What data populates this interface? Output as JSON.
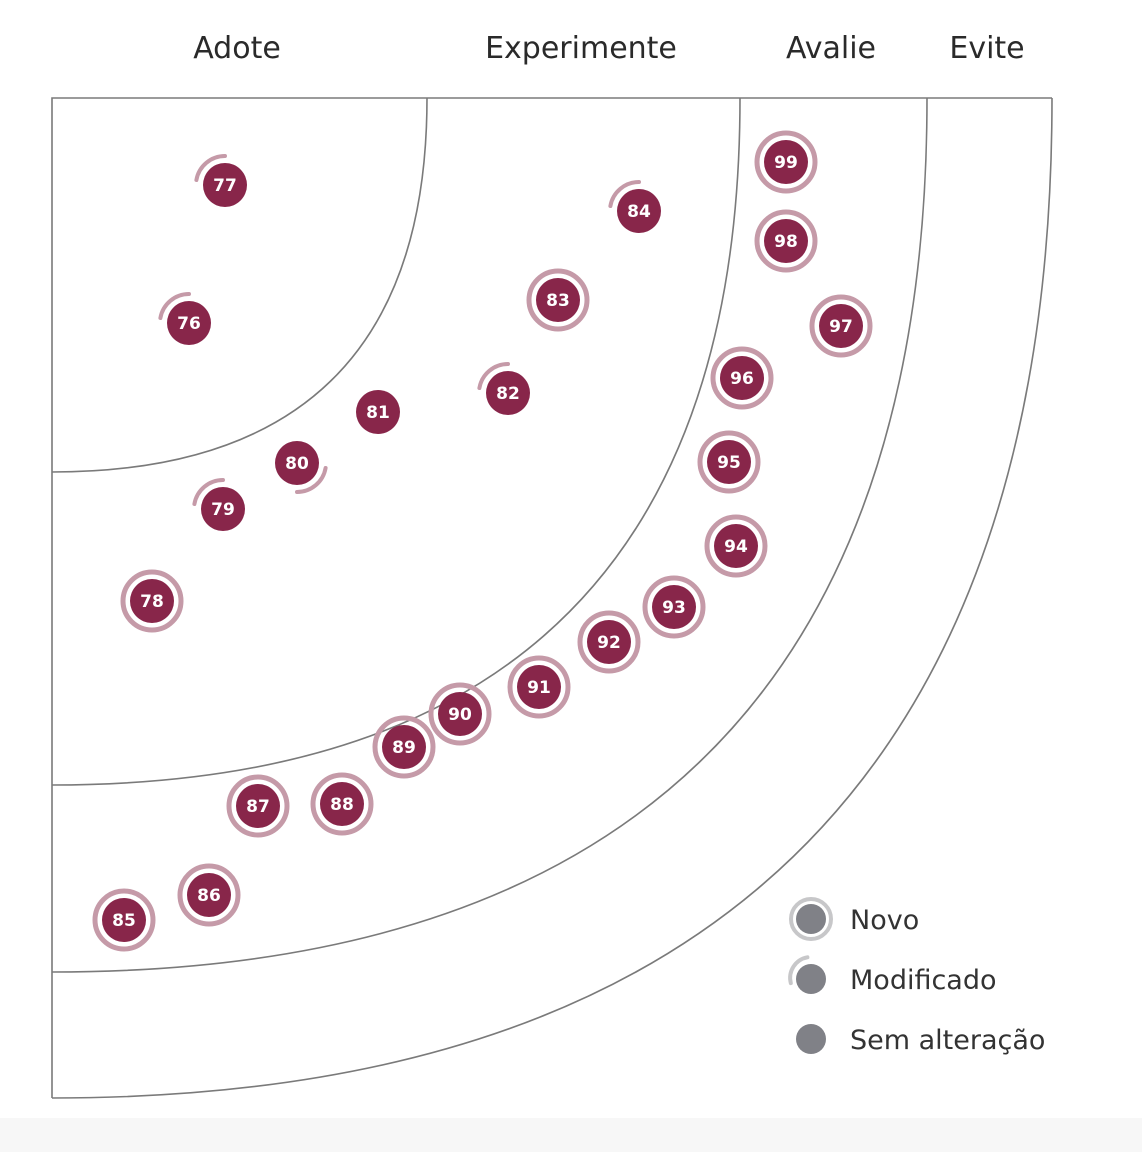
{
  "rings": [
    {
      "id": "adote",
      "title": "Adote"
    },
    {
      "id": "experimente",
      "title": "Experimente"
    },
    {
      "id": "avalie",
      "title": "Avalie"
    },
    {
      "id": "evite",
      "title": "Evite"
    }
  ],
  "colors": {
    "blip": "#88264a",
    "blip_ring": "#c59aa8",
    "legend_dot": "#808187",
    "legend_ring": "#c7c7c9",
    "grid_line": "#7a7a7a",
    "ring_title": "#2a2a2a"
  },
  "blips": [
    {
      "number": "76",
      "status": "modified"
    },
    {
      "number": "77",
      "status": "modified"
    },
    {
      "number": "78",
      "status": "new"
    },
    {
      "number": "79",
      "status": "modified"
    },
    {
      "number": "80",
      "status": "modified"
    },
    {
      "number": "81",
      "status": "unchanged"
    },
    {
      "number": "82",
      "status": "modified"
    },
    {
      "number": "83",
      "status": "new"
    },
    {
      "number": "84",
      "status": "modified"
    },
    {
      "number": "85",
      "status": "new"
    },
    {
      "number": "86",
      "status": "new"
    },
    {
      "number": "87",
      "status": "new"
    },
    {
      "number": "88",
      "status": "new"
    },
    {
      "number": "89",
      "status": "new"
    },
    {
      "number": "90",
      "status": "new"
    },
    {
      "number": "91",
      "status": "new"
    },
    {
      "number": "92",
      "status": "new"
    },
    {
      "number": "93",
      "status": "new"
    },
    {
      "number": "94",
      "status": "new"
    },
    {
      "number": "95",
      "status": "new"
    },
    {
      "number": "96",
      "status": "new"
    },
    {
      "number": "97",
      "status": "new"
    },
    {
      "number": "98",
      "status": "new"
    },
    {
      "number": "99",
      "status": "new"
    }
  ],
  "legend": [
    {
      "label": "Novo",
      "status": "new"
    },
    {
      "label": "Modificado",
      "status": "modified"
    },
    {
      "label": "Sem alteração",
      "status": "unchanged"
    }
  ]
}
